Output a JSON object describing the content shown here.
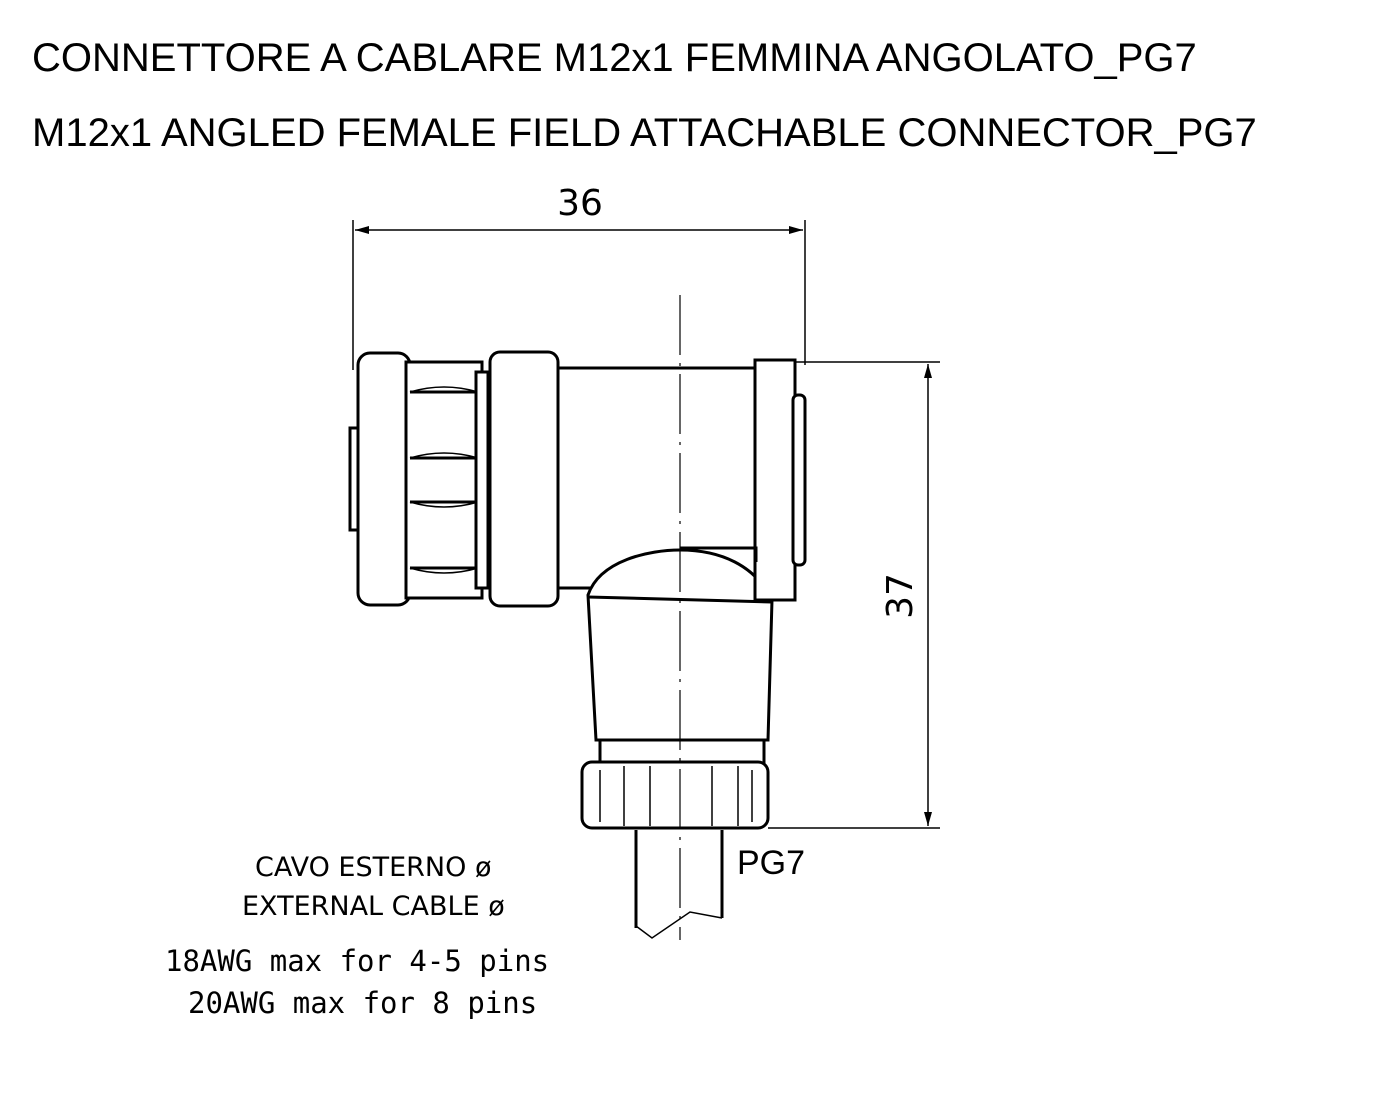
{
  "title_it": "CONNETTORE A CABLARE M12x1 FEMMINA ANGOLATO_PG7",
  "title_en": "M12x1 ANGLED FEMALE FIELD ATTACHABLE CONNECTOR_PG7",
  "dimensions": {
    "width": "36",
    "height": "37"
  },
  "gland_label": "PG7",
  "cable_label_it": "CAVO ESTERNO ø",
  "cable_label_en": "EXTERNAL CABLE ø",
  "notes": [
    "18AWG max for 4-5 pins",
    "20AWG max for 8 pins"
  ]
}
